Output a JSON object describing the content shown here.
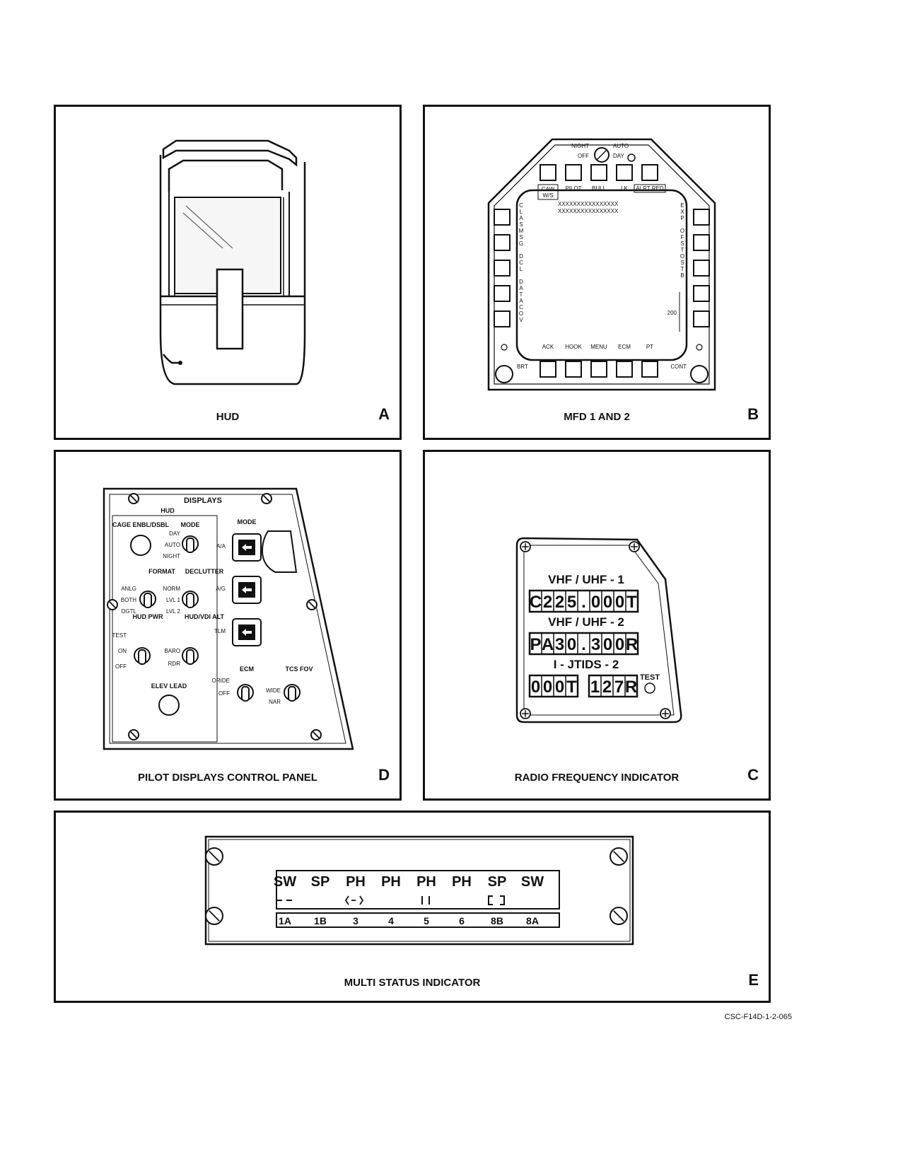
{
  "panels": {
    "hud": {
      "caption": "HUD",
      "letter": "A"
    },
    "mfd": {
      "caption": "MFD 1 AND 2",
      "letter": "B",
      "mode_knob": {
        "night": "NIGHT",
        "auto": "AUTO",
        "off": "OFF",
        "day": "DAY"
      },
      "top_buttons": [
        "W/S",
        "PILOT",
        "BULL",
        "LK",
        "ALRT RED"
      ],
      "caw_label": "CAW",
      "xrow1": "XXXXXXXXXXXXXXXX",
      "xrow2": "XXXXXXXXXXXXXXXX",
      "left_labels": [
        "C L A S",
        "M S G",
        "D C L",
        "D A T A",
        "C O V"
      ],
      "right_labels": [
        "E X P",
        "O F S T",
        "O S T B"
      ],
      "scale_value": "200",
      "bottom_buttons": [
        "ACK",
        "HOOK",
        "MENU",
        "ECM",
        "PT"
      ],
      "brt": "BRT",
      "cont": "CONT"
    },
    "pdcp": {
      "caption": "PILOT DISPLAYS CONTROL PANEL",
      "letter": "D",
      "title": "DISPLAYS",
      "hud": "HUD",
      "cage": "CAGE ENBL/DSBL",
      "mode": "MODE",
      "mode_pos": [
        "DAY",
        "AUTO",
        "NIGHT"
      ],
      "format": "FORMAT",
      "format_pos": [
        "ANLG",
        "BOTH",
        "DGTL"
      ],
      "declutter": "DECLUTTER",
      "declutter_pos": [
        "NORM",
        "LVL 1",
        "LVL 2"
      ],
      "hud_pwr": "HUD PWR",
      "hud_pwr_pos": [
        "TEST",
        "ON",
        "OFF"
      ],
      "hud_vdi_alt": "HUD/VDI ALT",
      "alt_pos": [
        "BARO",
        "RDR"
      ],
      "elev_lead": "ELEV LEAD",
      "mode_right": "MODE",
      "mode_buttons": [
        "A/A",
        "A/G",
        "TLM"
      ],
      "ecm": "ECM",
      "ecm_pos": [
        "ORIDE",
        "OFF"
      ],
      "tcs_fov": "TCS FOV",
      "tcs_pos": [
        "WIDE",
        "NAR"
      ]
    },
    "rfi": {
      "caption": "RADIO FREQUENCY INDICATOR",
      "letter": "C",
      "line1_label": "VHF / UHF - 1",
      "line1_value": "C225.000T",
      "line2_label": "VHF / UHF - 2",
      "line2_value": "PA30.300R",
      "line3_label": "I - JTIDS - 2",
      "line3_value_a": "000T",
      "line3_value_b": "127R",
      "test": "TEST"
    },
    "msi": {
      "caption": "MULTI STATUS INDICATOR",
      "letter": "E",
      "top": [
        "SW",
        "SP",
        "PH",
        "PH",
        "PH",
        "PH",
        "SP",
        "SW"
      ],
      "bottom": [
        "1A",
        "1B",
        "3",
        "4",
        "5",
        "6",
        "8B",
        "8A"
      ]
    }
  },
  "document_id": "CSC-F14D-1-2-065"
}
